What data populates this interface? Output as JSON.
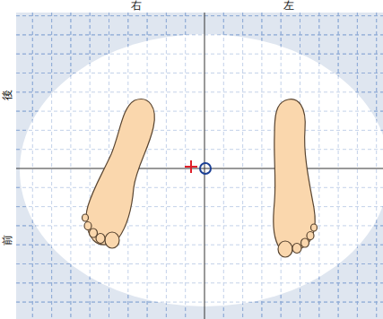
{
  "diagram": {
    "labels": [
      "右",
      "左",
      "後",
      "前"
    ]
  }
}
